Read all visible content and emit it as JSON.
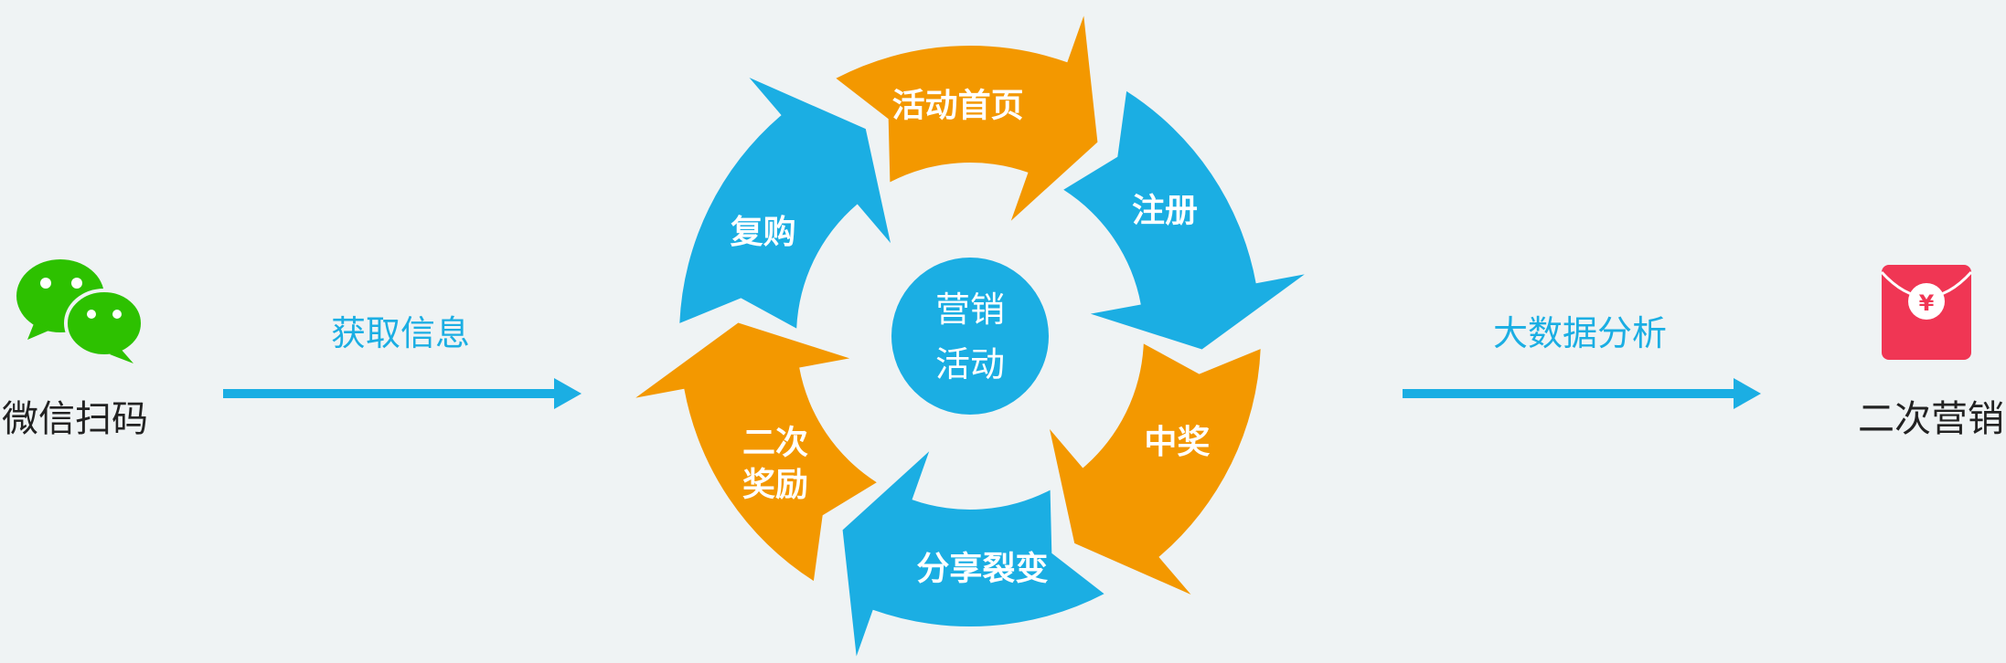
{
  "left_node": {
    "icon": "wechat-icon",
    "label": "微信扫码"
  },
  "left_arrow": {
    "label": "获取信息"
  },
  "cycle": {
    "center_lines": [
      "营销",
      "活动"
    ],
    "segments": [
      {
        "lines": [
          "活动首页"
        ],
        "color": "#f39800"
      },
      {
        "lines": [
          "注册"
        ],
        "color": "#1baee3"
      },
      {
        "lines": [
          "中奖"
        ],
        "color": "#f39800"
      },
      {
        "lines": [
          "分享裂变"
        ],
        "color": "#1baee3"
      },
      {
        "lines": [
          "二次",
          "奖励"
        ],
        "color": "#f39800"
      },
      {
        "lines": [
          "复购"
        ],
        "color": "#1baee3"
      }
    ]
  },
  "right_arrow": {
    "label": "大数据分析"
  },
  "right_node": {
    "icon": "red-envelope-icon",
    "symbol": "¥",
    "label": "二次营销"
  },
  "colors": {
    "blue": "#1baee3",
    "orange": "#f39800",
    "wechat_green": "#2dc100",
    "envelope_red": "#f03654",
    "text_dark": "#222222",
    "background": "#eff3f4"
  }
}
